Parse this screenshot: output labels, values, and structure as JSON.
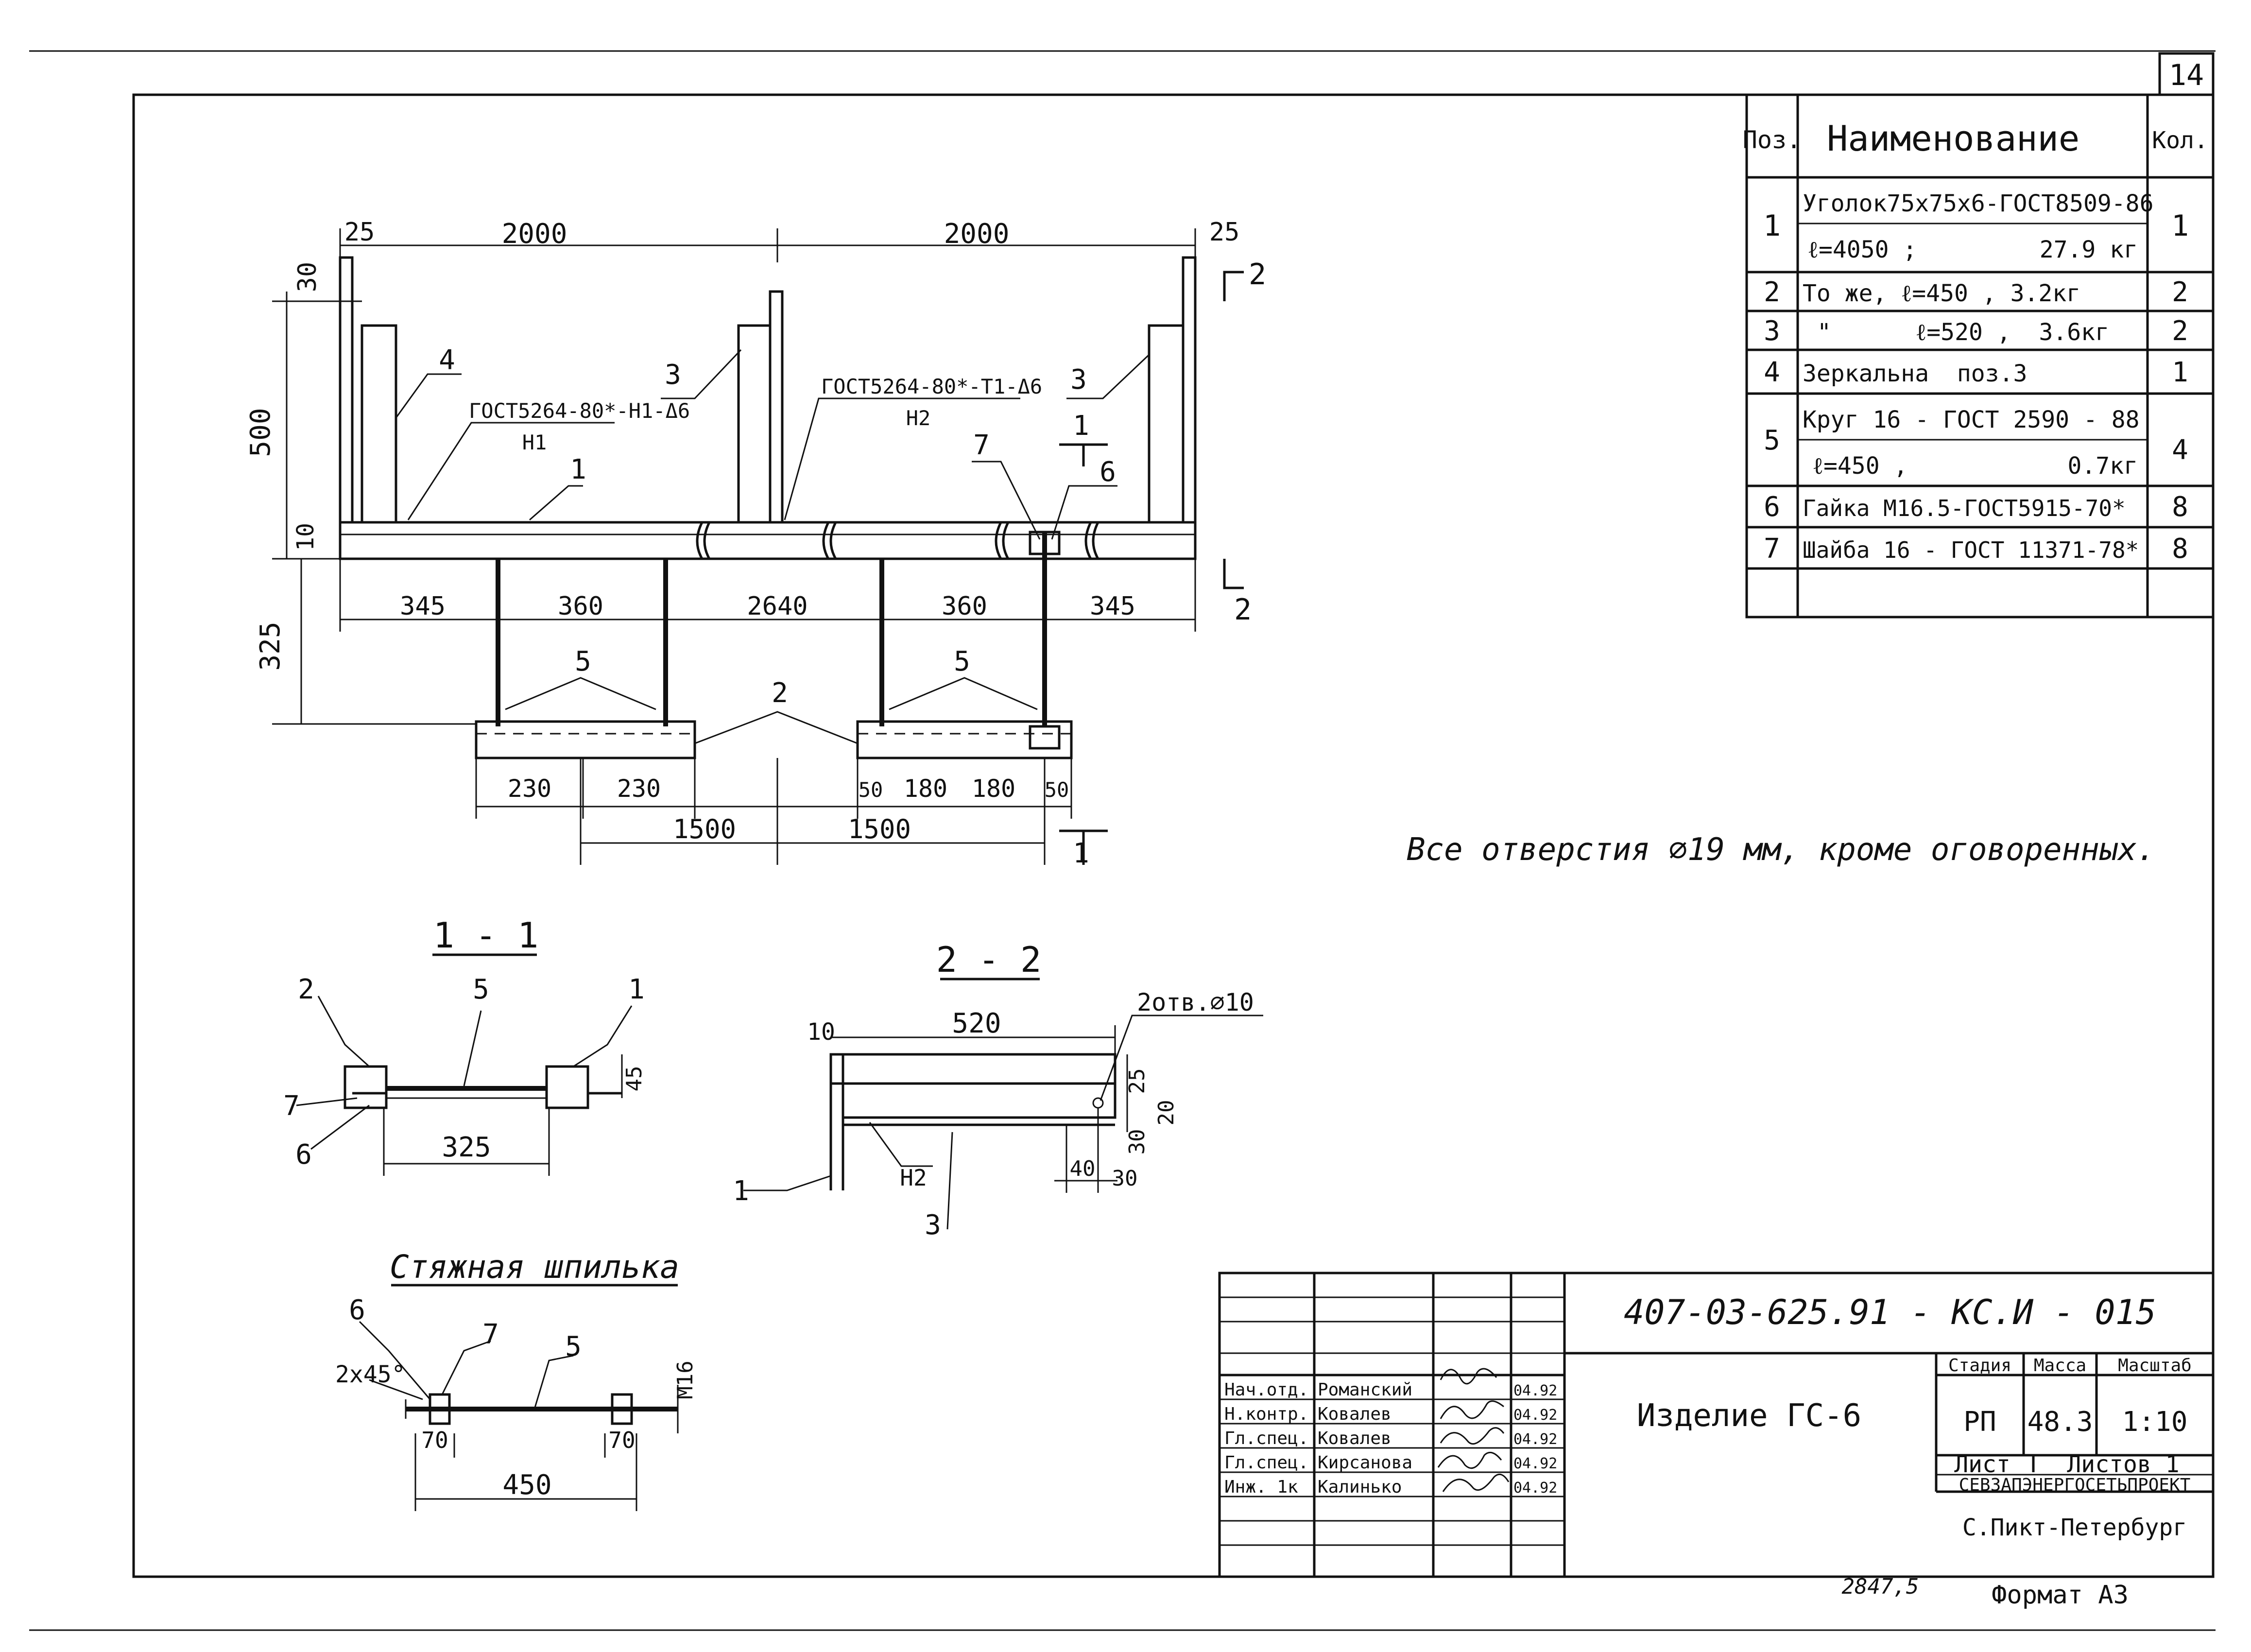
{
  "sheet_number": "14",
  "spec_table": {
    "headers": {
      "pos": "Поз.",
      "name": "Наименование",
      "qty": "Кол."
    },
    "rows": [
      {
        "pos": "1",
        "lines": [
          "Уголок75х75х6-ГОСТ8509-86",
          "ℓ=4050 ;",
          "27.9 кг"
        ],
        "qty": "1"
      },
      {
        "pos": "2",
        "lines": [
          "То же,  ℓ=450 ,  3.2кг"
        ],
        "qty": "2"
      },
      {
        "pos": "3",
        "lines": [
          "\"      ℓ=520 ,  3.6кг"
        ],
        "qty": "2"
      },
      {
        "pos": "4",
        "lines": [
          "Зеркальна  поз.3"
        ],
        "qty": "1"
      },
      {
        "pos": "5",
        "lines": [
          "Круг 16 - ГОСТ 2590 - 88",
          "ℓ=450 ,",
          "0.7кг"
        ],
        "qty": "4"
      },
      {
        "pos": "6",
        "lines": [
          "Гайка М16.5-ГОСТ5915-70*"
        ],
        "qty": "8"
      },
      {
        "pos": "7",
        "lines": [
          "Шайба 16 - ГОСТ 11371-78*"
        ],
        "qty": "8"
      }
    ]
  },
  "main_view": {
    "dims_top": [
      "25",
      "2000",
      "2000",
      "25"
    ],
    "dims_left": [
      "30",
      "500",
      "10",
      "325"
    ],
    "dims_bottom_row1": [
      "345",
      "360",
      "2640",
      "360",
      "345"
    ],
    "dims_bottom_row2": [
      "230",
      "230",
      "50",
      "180",
      "180",
      "50"
    ],
    "dims_bottom_row3": [
      "1500",
      "1500"
    ],
    "weld_left": "ГОСТ5264-80*-Н1-Δ6",
    "weld_left_code": "Н1",
    "weld_right": "ГОСТ5264-80*-Т1-Δ6",
    "weld_right_code": "Н2",
    "leaders": [
      "4",
      "3",
      "3",
      "1",
      "7",
      "6",
      "5",
      "5",
      "2"
    ],
    "section_marks": [
      "2",
      "2",
      "1",
      "1"
    ]
  },
  "note": "Все отверстия ∅19 мм, кроме оговоренных.",
  "section_1_1": {
    "title": "1 - 1",
    "leaders": [
      "2",
      "5",
      "1",
      "7",
      "6"
    ],
    "dims": [
      "45",
      "325"
    ]
  },
  "section_2_2": {
    "title": "2 - 2",
    "dims": [
      "10",
      "520",
      "25",
      "20",
      "30",
      "40",
      "30"
    ],
    "holes_note": "2отв.∅10",
    "weld_code": "Н2",
    "leaders": [
      "1",
      "3"
    ]
  },
  "stud": {
    "title": "Стяжная шпилька",
    "leaders": [
      "6",
      "7",
      "5"
    ],
    "chamfer": "2х45°",
    "thread": "М16",
    "dims": [
      "70",
      "70",
      "450"
    ]
  },
  "title_block": {
    "doc_code": "407-03-625.91 - КС.И - 015",
    "product": "Изделие ГС-6",
    "stage_label": "Стадия",
    "mass_label": "Масса",
    "scale_label": "Масштаб",
    "stage": "РП",
    "mass": "48.3",
    "scale": "1:10",
    "sheet_label": "Лист",
    "sheets_label": "Листов 1",
    "org": "СЕВЗАПЭНЕРГОСЕТЬПРОЕКТ",
    "city": "С.Пикт-Петербург",
    "signatures": [
      {
        "role": "Нач.отд.",
        "name": "Романский",
        "date": "04.92"
      },
      {
        "role": "Н.контр.",
        "name": "Ковалев",
        "date": "04.92"
      },
      {
        "role": "Гл.спец.",
        "name": "Ковалев",
        "date": "04.92"
      },
      {
        "role": "Гл.спец.",
        "name": "Кирсанова",
        "date": "04.92"
      },
      {
        "role": "Инж. 1к",
        "name": "Калинько",
        "date": "04.92"
      }
    ]
  },
  "inventory_number": "2847,5",
  "format": "Формат А3"
}
